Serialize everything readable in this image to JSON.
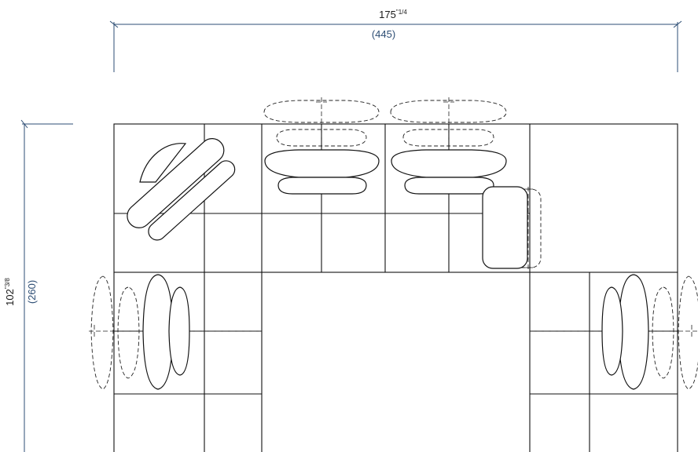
{
  "width_dimension": {
    "imperial": "175",
    "imperial_fraction": "\"1/4",
    "metric": "(445)"
  },
  "depth_dimension": {
    "imperial": "102",
    "imperial_fraction": "\"3/8",
    "metric": "(260)"
  },
  "colors": {
    "dimension_line": "#2d4d74",
    "metric_text": "#2d4d74",
    "drawing": "#111111",
    "background": "#ffffff"
  }
}
